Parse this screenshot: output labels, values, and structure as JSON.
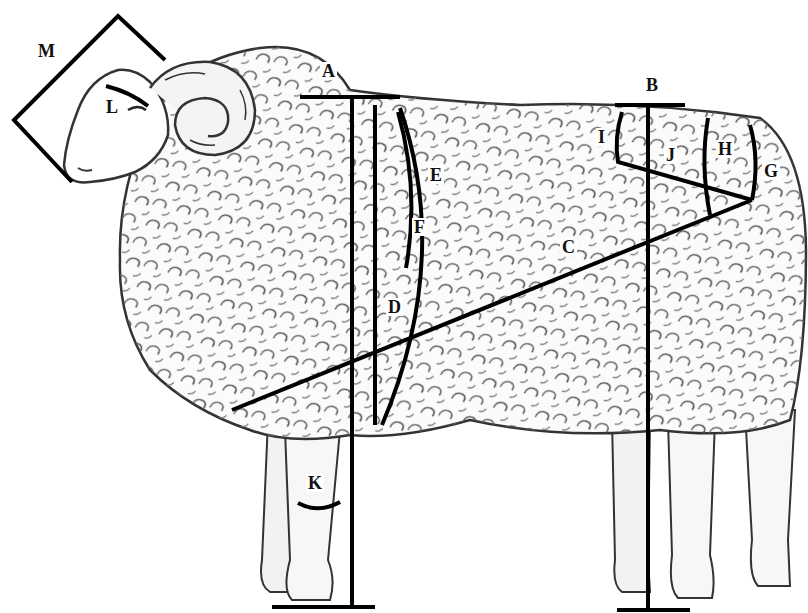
{
  "diagram": {
    "labels": [
      "M",
      "L",
      "A",
      "B",
      "I",
      "E",
      "J",
      "H",
      "G",
      "F",
      "C",
      "D",
      "K"
    ]
  }
}
